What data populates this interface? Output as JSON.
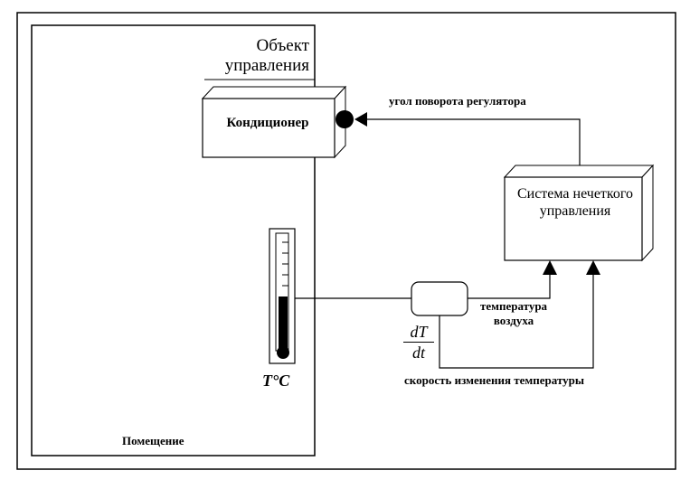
{
  "diagram": {
    "object_title": "Объект управления",
    "conditioner_label": "Кондиционер",
    "system_label": "Система нечеткого управления",
    "angle_label": "угол поворота регулятора",
    "air_temp_label": "температура воздуха",
    "rate_label": "скорость изменения температуры",
    "room_label": "Помещение",
    "thermometer_label": "T°C",
    "derivative_numerator": "dT",
    "derivative_denominator": "dt"
  }
}
